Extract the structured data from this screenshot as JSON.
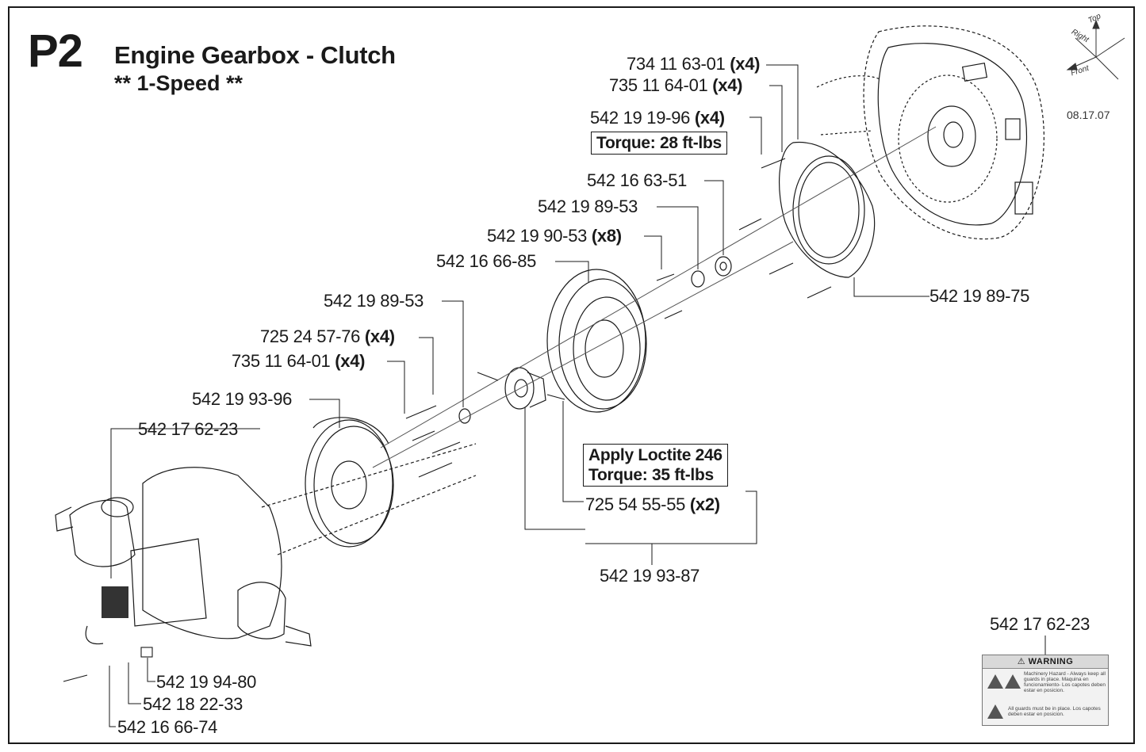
{
  "header": {
    "page_code": "P2",
    "title": "Engine Gearbox - Clutch",
    "subtitle": "** 1-Speed **",
    "date": "08.17.07"
  },
  "orientation": {
    "top": "Top",
    "right": "Right",
    "front": "Front"
  },
  "callouts": [
    {
      "id": "734-11-63-01",
      "code": "734 11 63-01",
      "qty": "(x4)"
    },
    {
      "id": "735-11-64-01-a",
      "code": "735 11 64-01",
      "qty": "(x4)"
    },
    {
      "id": "542-19-19-96",
      "code": "542 19 19-96",
      "qty": "(x4)"
    },
    {
      "id": "542-16-63-51",
      "code": "542 16 63-51",
      "qty": ""
    },
    {
      "id": "542-19-89-53-a",
      "code": "542 19 89-53",
      "qty": ""
    },
    {
      "id": "542-19-90-53",
      "code": "542 19 90-53",
      "qty": "(x8)"
    },
    {
      "id": "542-16-66-85",
      "code": "542 16 66-85",
      "qty": ""
    },
    {
      "id": "542-19-89-75",
      "code": "542 19 89-75",
      "qty": ""
    },
    {
      "id": "542-19-89-53-b",
      "code": "542 19 89-53",
      "qty": ""
    },
    {
      "id": "725-24-57-76",
      "code": "725 24 57-76",
      "qty": "(x4)"
    },
    {
      "id": "735-11-64-01-b",
      "code": "735 11 64-01",
      "qty": "(x4)"
    },
    {
      "id": "542-19-93-96",
      "code": "542 19 93-96",
      "qty": ""
    },
    {
      "id": "542-17-62-23-a",
      "code": "542 17 62-23",
      "qty": ""
    },
    {
      "id": "725-54-55-55",
      "code": "725 54 55-55",
      "qty": "(x2)"
    },
    {
      "id": "542-19-93-87",
      "code": "542 19 93-87",
      "qty": ""
    },
    {
      "id": "542-19-94-80",
      "code": "542 19 94-80",
      "qty": ""
    },
    {
      "id": "542-18-22-33",
      "code": "542 18 22-33",
      "qty": ""
    },
    {
      "id": "542-16-66-74",
      "code": "542 16 66-74",
      "qty": ""
    },
    {
      "id": "542-17-62-23-b",
      "code": "542 17 62-23",
      "qty": ""
    }
  ],
  "notes": {
    "torque_top": "Torque: 28 ft-lbs",
    "loctite_line1": "Apply Loctite 246",
    "loctite_line2": "Torque:  35 ft-lbs"
  },
  "warning_decal": {
    "heading": "WARNING",
    "text1": "Machinery Hazard - Always keep all guards in place. Maquina en funcionamiento- Los capotes deben estar en posicion.",
    "text2": "All guards must be in place. Los capotes deben estar en posicion."
  }
}
